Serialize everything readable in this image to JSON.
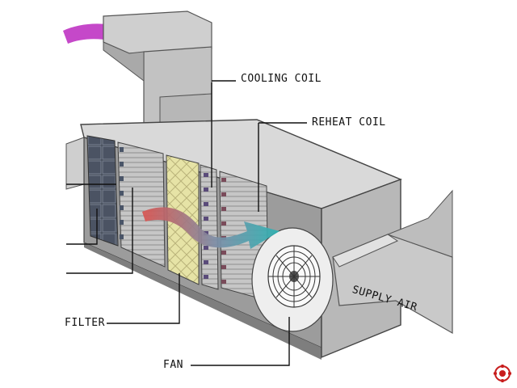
{
  "labels": {
    "cooling_coil": "COOLING COIL",
    "reheat_coil": "REHEAT COIL",
    "filter": "FILTER",
    "fan": "FAN",
    "supply_air": "SUPPLY AIR"
  },
  "colors": {
    "return_air_arrow": "#c548c9",
    "flow_arrow_start": "#d9534f",
    "flow_arrow_end": "#2bb3b3",
    "casing_light": "#d8d8d8",
    "casing_mid": "#b5b5b5",
    "casing_dark": "#8e8e8e",
    "filter_media": "#e6e3a6",
    "coil_fins": "#9a9a9a",
    "leader_lines": "#111111"
  },
  "icons": {
    "watermark": "gear-logo-icon"
  }
}
